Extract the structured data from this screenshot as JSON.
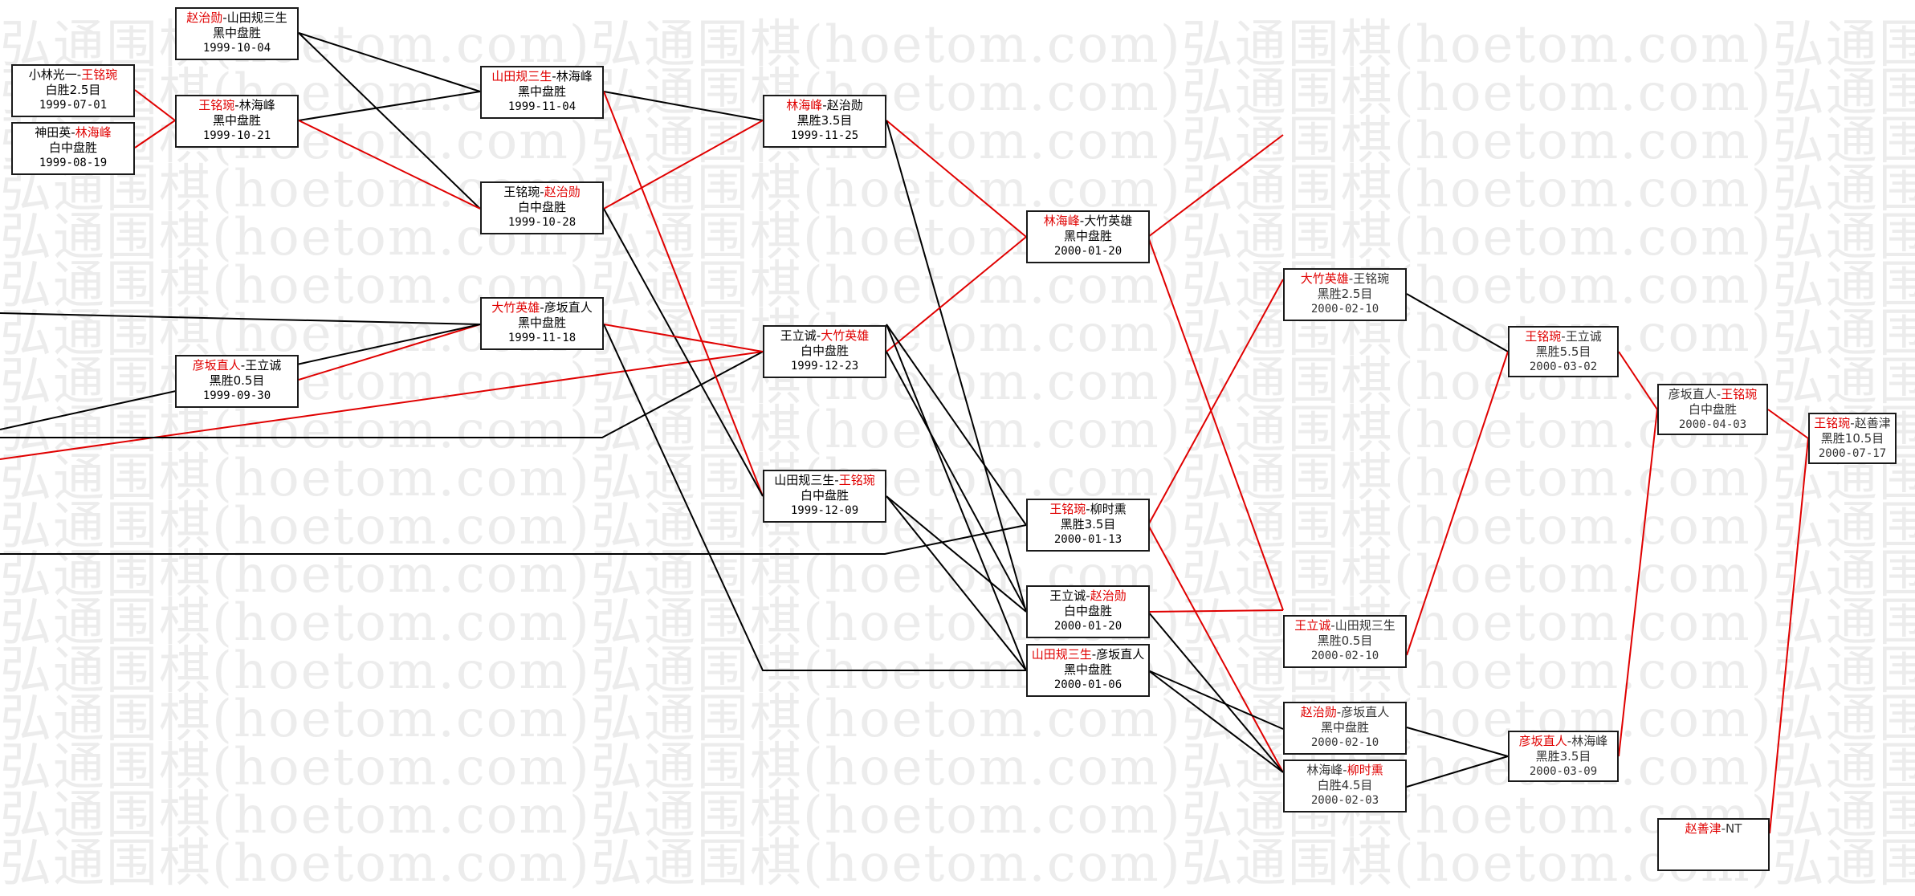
{
  "watermark": {
    "text": "弘通围棋(hoetom.com)弘通围棋(hoetom.com)弘通围棋(hoetom.com)弘通围棋(hoetom"
  },
  "colors": {
    "winner": "#e00000",
    "loser": "#000000",
    "line_red": "#e00000",
    "line_black": "#000000",
    "border": "#1a1a1a"
  },
  "nodes": [
    {
      "id": "n1",
      "a": "小林光一",
      "b": "王铭琬",
      "winner": "b",
      "result": "白胜2.5目",
      "date": "1999-07-01"
    },
    {
      "id": "n2",
      "a": "神田英",
      "b": "林海峰",
      "winner": "b",
      "result": "白中盘胜",
      "date": "1999-08-19"
    },
    {
      "id": "n3",
      "a": "赵治勋",
      "b": "山田规三生",
      "winner": "a",
      "result": "黑中盘胜",
      "date": "1999-10-04"
    },
    {
      "id": "n4",
      "a": "王铭琬",
      "b": "林海峰",
      "winner": "a",
      "result": "黑中盘胜",
      "date": "1999-10-21"
    },
    {
      "id": "n5",
      "a": "彦坂直人",
      "b": "王立诚",
      "winner": "a",
      "result": "黑胜0.5目",
      "date": "1999-09-30"
    },
    {
      "id": "n6",
      "a": "山田规三生",
      "b": "林海峰",
      "winner": "a",
      "result": "黑中盘胜",
      "date": "1999-11-04"
    },
    {
      "id": "n7",
      "a": "王铭琬",
      "b": "赵治勋",
      "winner": "b",
      "result": "白中盘胜",
      "date": "1999-10-28"
    },
    {
      "id": "n8",
      "a": "大竹英雄",
      "b": "彦坂直人",
      "winner": "a",
      "result": "黑中盘胜",
      "date": "1999-11-18"
    },
    {
      "id": "n9",
      "a": "林海峰",
      "b": "赵治勋",
      "winner": "a",
      "result": "黑胜3.5目",
      "date": "1999-11-25"
    },
    {
      "id": "n10",
      "a": "王立诚",
      "b": "大竹英雄",
      "winner": "b",
      "result": "白中盘胜",
      "date": "1999-12-23"
    },
    {
      "id": "n11",
      "a": "山田规三生",
      "b": "王铭琬",
      "winner": "b",
      "result": "白中盘胜",
      "date": "1999-12-09"
    },
    {
      "id": "n12",
      "a": "林海峰",
      "b": "大竹英雄",
      "winner": "a",
      "result": "黑中盘胜",
      "date": "2000-01-20"
    },
    {
      "id": "n13",
      "a": "王铭琬",
      "b": "柳时熏",
      "winner": "a",
      "result": "黑胜3.5目",
      "date": "2000-01-13"
    },
    {
      "id": "n14",
      "a": "王立诚",
      "b": "赵治勋",
      "winner": "b",
      "result": "白中盘胜",
      "date": "2000-01-20"
    },
    {
      "id": "n15",
      "a": "山田规三生",
      "b": "彦坂直人",
      "winner": "a",
      "result": "黑中盘胜",
      "date": "2000-01-06"
    },
    {
      "id": "n16",
      "a": "大竹英雄",
      "b": "王铭琬",
      "winner": "a",
      "result": "黑胜2.5目",
      "date": "2000-02-10"
    },
    {
      "id": "n17",
      "a": "王立诚",
      "b": "山田规三生",
      "winner": "a",
      "result": "黑胜0.5目",
      "date": "2000-02-10"
    },
    {
      "id": "n18",
      "a": "赵治勋",
      "b": "彦坂直人",
      "winner": "a",
      "result": "黑中盘胜",
      "date": "2000-02-10"
    },
    {
      "id": "n19",
      "a": "林海峰",
      "b": "柳时熏",
      "winner": "b",
      "result": "白胜4.5目",
      "date": "2000-02-03"
    },
    {
      "id": "n20",
      "a": "王铭琬",
      "b": "王立诚",
      "winner": "a",
      "result": "黑胜5.5目",
      "date": "2000-03-02"
    },
    {
      "id": "n21",
      "a": "彦坂直人",
      "b": "林海峰",
      "winner": "a",
      "result": "黑胜3.5目",
      "date": "2000-03-09"
    },
    {
      "id": "n22",
      "a": "彦坂直人",
      "b": "王铭琬",
      "winner": "b",
      "result": "白中盘胜",
      "date": "2000-04-03"
    },
    {
      "id": "n23",
      "a": "王铭琬",
      "b": "赵善津",
      "winner": "a",
      "result": "黑胜10.5目",
      "date": "2000-07-17"
    },
    {
      "id": "n24",
      "a": "赵善津",
      "b": "NT",
      "winner": "a",
      "result": "",
      "date": ""
    }
  ]
}
